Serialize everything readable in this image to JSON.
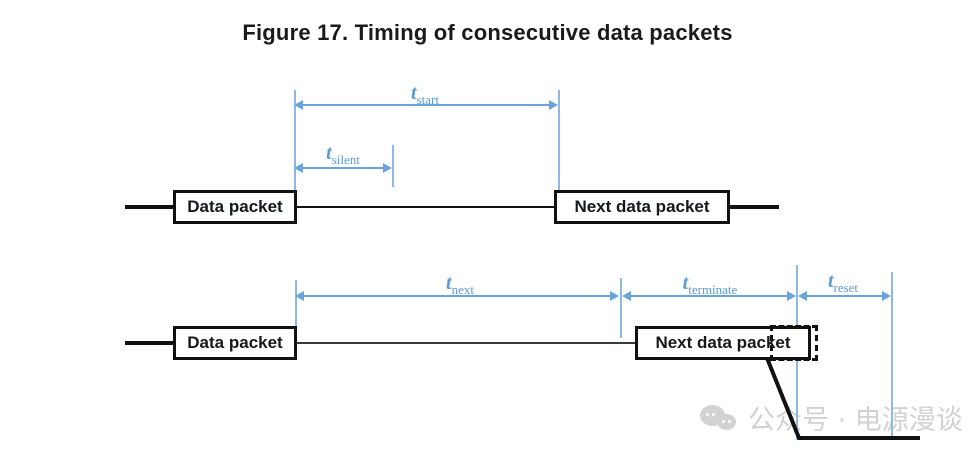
{
  "figure": {
    "title": "Figure 17. Timing of consecutive data packets",
    "colors": {
      "accent_blue": "#5b9bd5",
      "guide_blue": "#8cb9e8",
      "box_border": "#111111",
      "text": "#15181c",
      "watermark": "#d2d2d2"
    }
  },
  "diagram_top": {
    "packets": [
      {
        "label": "Data packet"
      },
      {
        "label": "Next data packet"
      }
    ],
    "measurements": [
      {
        "symbol": "t",
        "subscript": "start"
      },
      {
        "symbol": "t",
        "subscript": "silent"
      }
    ]
  },
  "diagram_bottom": {
    "packets": [
      {
        "label": "Data packet"
      },
      {
        "label": "Next data packet"
      }
    ],
    "measurements": [
      {
        "symbol": "t",
        "subscript": "next"
      },
      {
        "symbol": "t",
        "subscript": "terminate"
      },
      {
        "symbol": "t",
        "subscript": "reset"
      }
    ]
  },
  "watermark": {
    "text": "公众号 · 电源漫谈",
    "icon": "wechat-bubbles-icon"
  }
}
